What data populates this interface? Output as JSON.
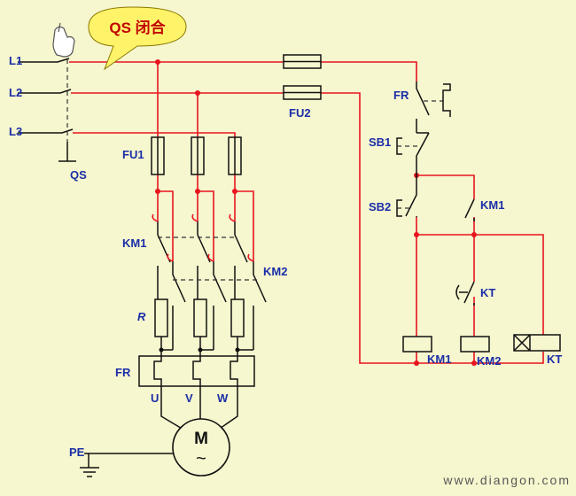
{
  "callout": {
    "text": "QS 闭合",
    "fill": "#fff36a",
    "text_color": "#c00000"
  },
  "labels": {
    "L1": "L1",
    "L2": "L2",
    "L3": "L3",
    "QS": "QS",
    "FU1": "FU1",
    "FU2": "FU2",
    "KM1_main": "KM1",
    "KM2_main": "KM2",
    "R": "R",
    "FR_main": "FR",
    "U": "U",
    "V": "V",
    "W": "W",
    "M": "M",
    "M_sym": "~",
    "PE": "PE",
    "FR_ctrl": "FR",
    "SB1": "SB1",
    "SB2": "SB2",
    "KM1_aux": "KM1",
    "KT_contact": "KT",
    "KM1_coil": "KM1",
    "KM2_coil": "KM2",
    "KT_coil": "KT"
  },
  "watermark": "www.diangon.com",
  "colors": {
    "background": "#f6f6cf",
    "wire": "#e8141e",
    "label": "#1a2ea8",
    "component": "#111111"
  },
  "icons": {
    "hand": "pointing-hand-icon"
  }
}
